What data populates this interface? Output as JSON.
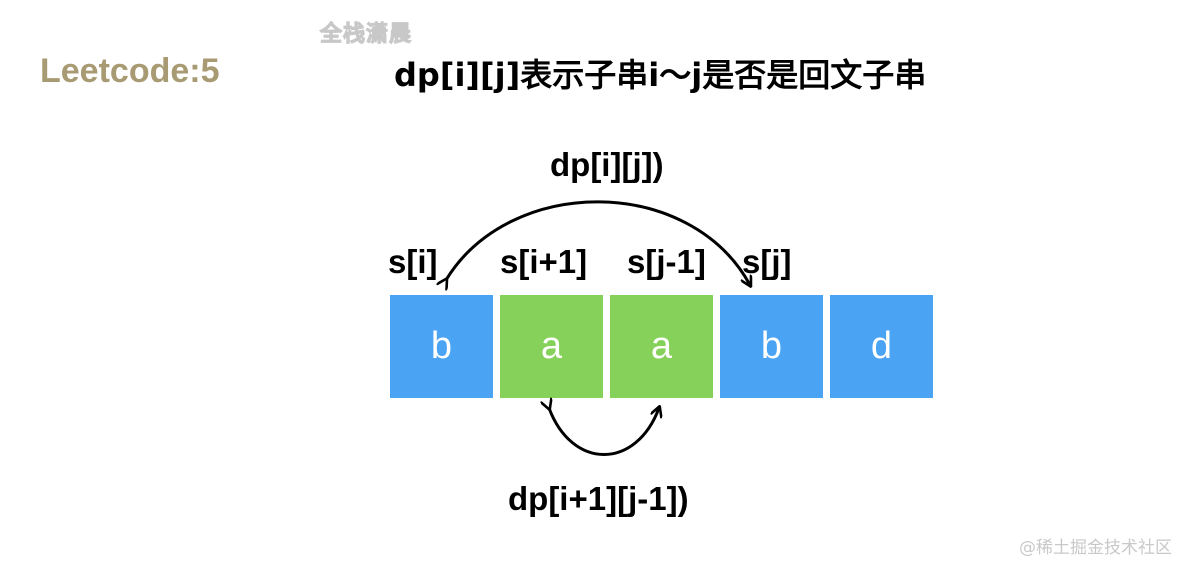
{
  "watermark_top": "全栈潇晨",
  "brand": "Leetcode:5",
  "title": "dp[i][j]表示子串i～j是否是回文子串",
  "top_arrow_label": "dp[i][j])",
  "bottom_arrow_label": "dp[i+1][j-1])",
  "index_labels": [
    "s[i]",
    "s[i+1]",
    "s[j-1]",
    "s[j]"
  ],
  "cells": [
    {
      "char": "b",
      "color": "#4aa3f3"
    },
    {
      "char": "a",
      "color": "#86d159"
    },
    {
      "char": "a",
      "color": "#86d159"
    },
    {
      "char": "b",
      "color": "#4aa3f3"
    },
    {
      "char": "d",
      "color": "#4aa3f3"
    }
  ],
  "watermark_bottom": "@稀土掘金技术社区"
}
